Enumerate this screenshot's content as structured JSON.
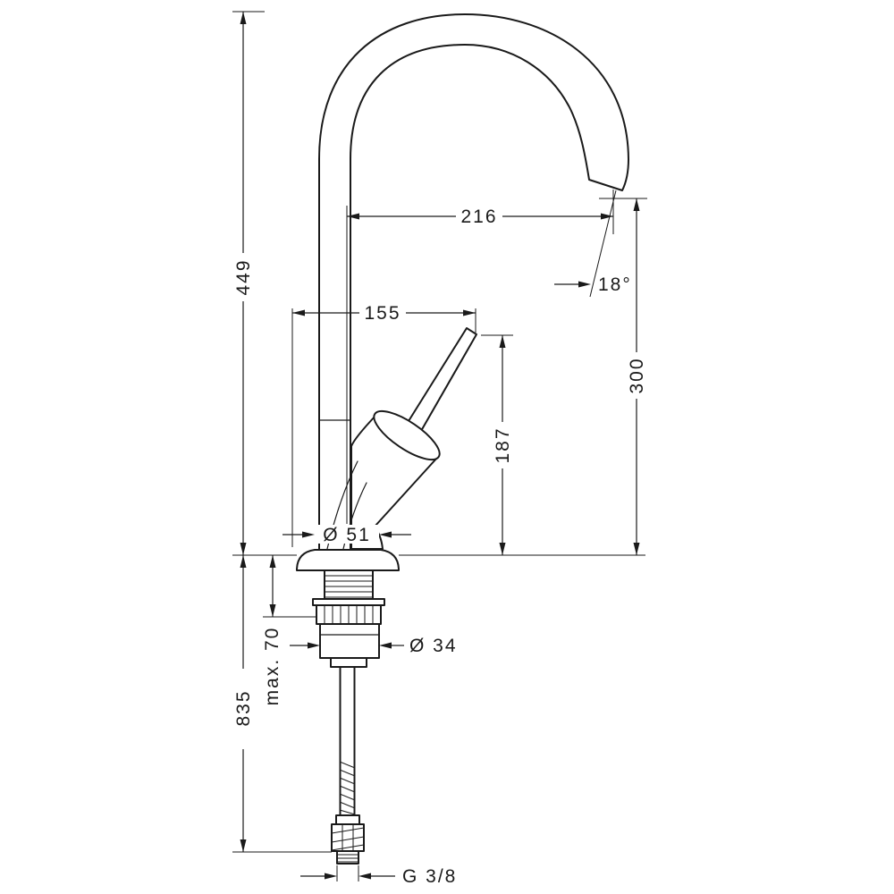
{
  "labels": {
    "overall_height": "449",
    "hose_length": "835",
    "counter_max": "max. 70",
    "spout_reach": "216",
    "spout_angle": "18°",
    "handle_reach": "155",
    "outlet_height": "300",
    "handle_height": "187",
    "base_diameter": "Ø 51",
    "shank_diameter": "Ø 34",
    "connection_thread": "G 3/8"
  },
  "colors": {
    "line": "#1a1a1a",
    "background": "#ffffff"
  }
}
